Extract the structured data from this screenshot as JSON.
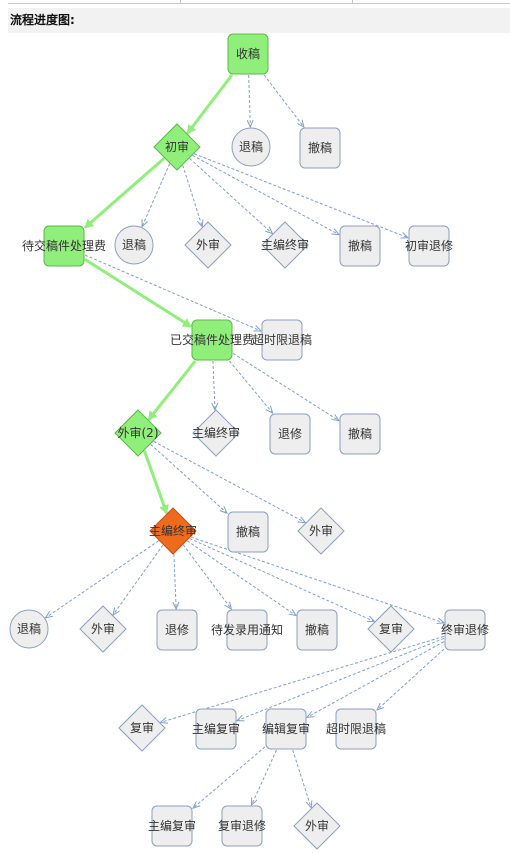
{
  "header": {
    "title": "流程进度图:"
  },
  "nodes": {
    "shougao": "收稿",
    "tuigao1": "退稿",
    "chegao1": "撤稿",
    "chushen": "初审",
    "daijiao": "待交稿件处理费",
    "tuigao2": "退稿",
    "waishen1": "外审",
    "zhubian1": "主编终审",
    "chegao2": "撤稿",
    "chushentuixiu": "初审退修",
    "yijiao": "已交稿件处理费",
    "chaoshi1": "超时限退稿",
    "waishen2": "外审(2)",
    "zhubian2": "主编终审",
    "tuixiu1": "退修",
    "chegao3": "撤稿",
    "zhubian3": "主编终审",
    "chegao4": "撤稿",
    "waishen3": "外审",
    "tuigao3": "退稿",
    "waishen4": "外审",
    "tuixiu2": "退修",
    "daifa": "待发录用通知",
    "chegao5": "撤稿",
    "fushen1": "复审",
    "zhongshentuixiu": "终审退修",
    "fushen2": "复审",
    "zhubianfushen1": "主编复审",
    "bianjifushen": "编辑复审",
    "chaoshi2": "超时限退稿",
    "zhubianfushen2": "主编复审",
    "fushentuixiu": "复审退修",
    "waishen5": "外审"
  },
  "colors": {
    "done_fill": "#90ee7a",
    "done_stroke": "#5cb84a",
    "current_fill": "#ee6a1c",
    "pending_fill": "#eeeeee",
    "pending_stroke": "#8c9fc0",
    "path_done": "#90ee7a",
    "path_pending": "#7f9fcf"
  }
}
